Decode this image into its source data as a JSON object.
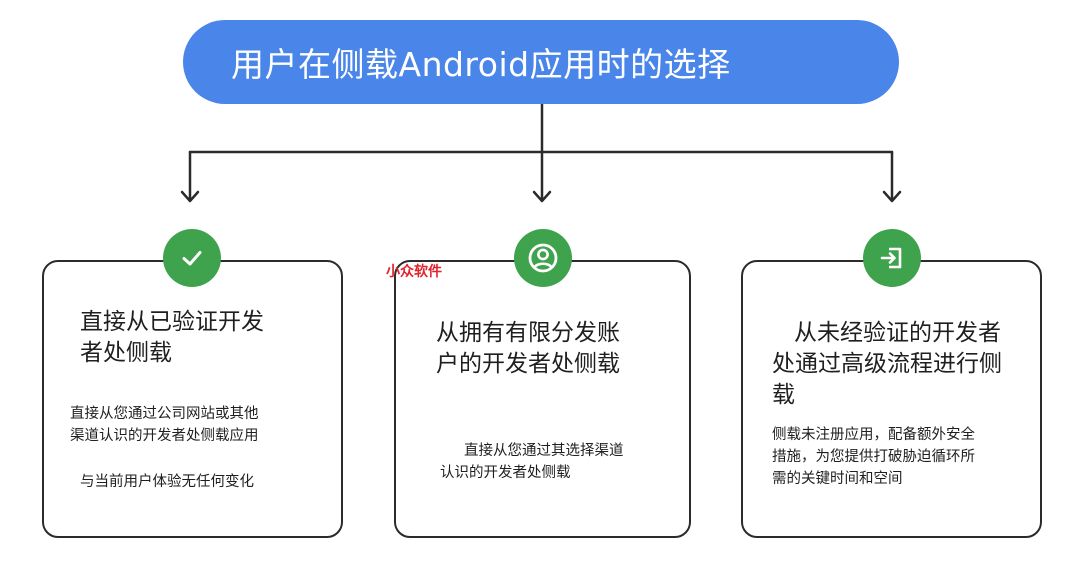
{
  "title": "用户在侧载Android应用时的选择",
  "watermark": "小众软件",
  "colors": {
    "title_bg": "#4a86ea",
    "badge_bg": "#3fa34d",
    "card_border": "#2b2b2b",
    "watermark": "#e0242b"
  },
  "cards": [
    {
      "icon": "check-icon",
      "heading_lines": [
        "直接从已验证开发",
        "者处侧载"
      ],
      "paragraphs": [
        "直接从您通过公司网站或其他",
        "渠道认识的开发者处侧载应用",
        "与当前用户体验无任何变化"
      ]
    },
    {
      "icon": "account-circle-icon",
      "heading_lines": [
        "从拥有有限分发账",
        "户的开发者处侧载"
      ],
      "paragraphs": [
        "直接从您通过其选择渠道",
        "认识的开发者处侧载"
      ]
    },
    {
      "icon": "login-arrow-icon",
      "heading_lines": [
        "从未经验证的开发者",
        "处通过高级流程进行侧",
        "载"
      ],
      "paragraphs": [
        "侧载未注册应用，配备额外安全",
        "措施，为您提供打破胁迫循环所",
        "需的关键时间和空间"
      ]
    }
  ]
}
